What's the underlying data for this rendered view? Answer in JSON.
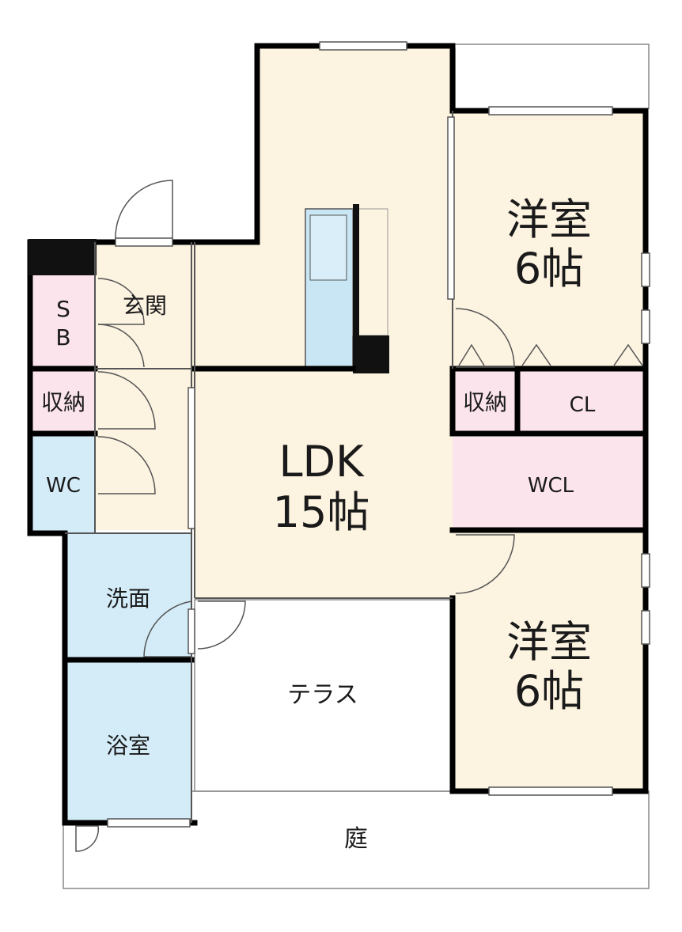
{
  "rooms": {
    "bedroom_top": {
      "name": "洋室",
      "size": "6帖"
    },
    "bedroom_bottom": {
      "name": "洋室",
      "size": "6帖"
    },
    "ldk": {
      "name": "LDK",
      "size": "15帖"
    },
    "entrance": {
      "name": "玄関"
    },
    "shoe_box": {
      "line1": "S",
      "line2": "B"
    },
    "storage_left": {
      "name": "収納"
    },
    "toilet": {
      "name": "WC"
    },
    "washroom": {
      "name": "洗面"
    },
    "bathroom": {
      "name": "浴室"
    },
    "storage_right": {
      "name": "収納"
    },
    "closet": {
      "name": "CL"
    },
    "walk_in_closet": {
      "name": "WCL"
    },
    "terrace": {
      "name": "テラス"
    },
    "garden": {
      "name": "庭"
    }
  },
  "colors": {
    "wall": "#000000",
    "floor_wood": "#fcf3e0",
    "floor_wet": "#d4ecf8",
    "floor_storage": "#fce4ec",
    "kitchen": "#c9e6f4",
    "outdoor": "#ffffff"
  }
}
